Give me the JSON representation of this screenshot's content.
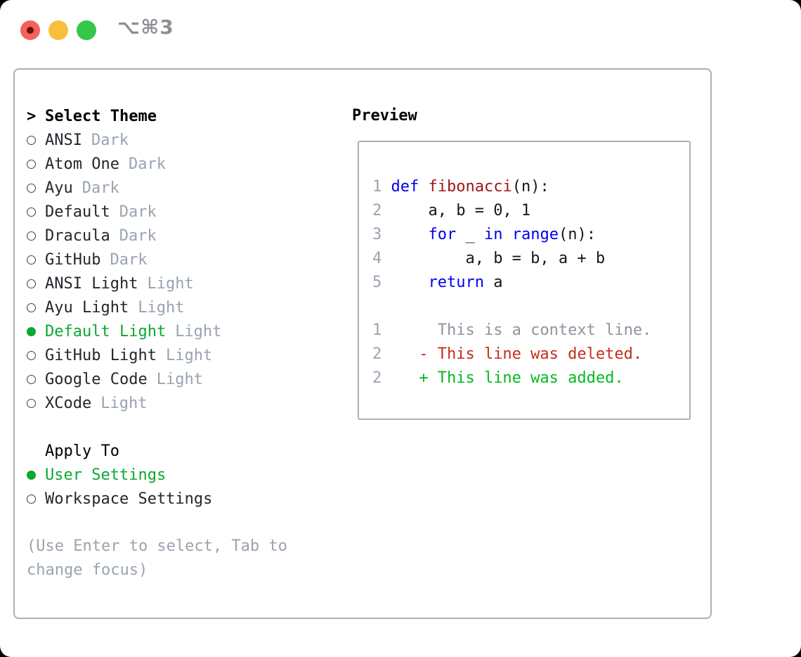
{
  "window": {
    "title": "⌥⌘3"
  },
  "colors": {
    "tl_red": "#f4625b",
    "tl_red_dot": "#6e100c",
    "tl_yellow": "#f7bf3e",
    "tl_green": "#35c64b",
    "title": "#8c9095",
    "border": "#a9b1bb",
    "ring": "#3c424a",
    "label": "#22272e",
    "tag": "#99a3af",
    "hint": "#9aa3ae",
    "green": "#0ca82f",
    "code": "#14181c",
    "num": "#9aa3b0",
    "kw": "#0000ee",
    "fn": "#a31515",
    "ctx": "#8e959d",
    "del": "#c42e1b",
    "add": "#06b91f"
  },
  "theme_picker": {
    "prompt": ">",
    "header": "Select Theme",
    "options": [
      {
        "label": "ANSI",
        "tag": "Dark",
        "selected": false
      },
      {
        "label": "Atom One",
        "tag": "Dark",
        "selected": false
      },
      {
        "label": "Ayu",
        "tag": "Dark",
        "selected": false
      },
      {
        "label": "Default",
        "tag": "Dark",
        "selected": false
      },
      {
        "label": "Dracula",
        "tag": "Dark",
        "selected": false
      },
      {
        "label": "GitHub",
        "tag": "Dark",
        "selected": false
      },
      {
        "label": "ANSI Light",
        "tag": "Light",
        "selected": false
      },
      {
        "label": "Ayu Light",
        "tag": "Light",
        "selected": false
      },
      {
        "label": "Default Light",
        "tag": "Light",
        "selected": true
      },
      {
        "label": "GitHub Light",
        "tag": "Light",
        "selected": false
      },
      {
        "label": "Google Code",
        "tag": "Light",
        "selected": false
      },
      {
        "label": "XCode",
        "tag": "Light",
        "selected": false
      }
    ]
  },
  "apply_to": {
    "header": "Apply To",
    "options": [
      {
        "label": "User Settings",
        "selected": true
      },
      {
        "label": "Workspace Settings",
        "selected": false
      }
    ]
  },
  "hint_lines": [
    "(Use Enter to select, Tab to",
    "change focus)"
  ],
  "preview": {
    "header": "Preview",
    "code_lines": [
      [
        {
          "t": "1",
          "c": "num"
        },
        {
          "t": " ",
          "c": "plain"
        },
        {
          "t": "def",
          "c": "kw"
        },
        {
          "t": " ",
          "c": "plain"
        },
        {
          "t": "fibonacci",
          "c": "fn"
        },
        {
          "t": "(n):",
          "c": "plain"
        }
      ],
      [
        {
          "t": "2",
          "c": "num"
        },
        {
          "t": "     a, b = 0, 1",
          "c": "plain"
        }
      ],
      [
        {
          "t": "3",
          "c": "num"
        },
        {
          "t": "     ",
          "c": "plain"
        },
        {
          "t": "for",
          "c": "kw"
        },
        {
          "t": " _ ",
          "c": "plain"
        },
        {
          "t": "in",
          "c": "kw"
        },
        {
          "t": " ",
          "c": "plain"
        },
        {
          "t": "range",
          "c": "kw"
        },
        {
          "t": "(n):",
          "c": "plain"
        }
      ],
      [
        {
          "t": "4",
          "c": "num"
        },
        {
          "t": "         a, b = b, a + b",
          "c": "plain"
        }
      ],
      [
        {
          "t": "5",
          "c": "num"
        },
        {
          "t": "     ",
          "c": "plain"
        },
        {
          "t": "return",
          "c": "kw"
        },
        {
          "t": " a",
          "c": "plain"
        }
      ],
      [],
      [
        {
          "t": "1",
          "c": "num"
        },
        {
          "t": "      This is a context line.",
          "c": "ctx"
        }
      ],
      [
        {
          "t": "2",
          "c": "num"
        },
        {
          "t": "    - This line was deleted.",
          "c": "del"
        }
      ],
      [
        {
          "t": "2",
          "c": "num"
        },
        {
          "t": "    + This line was added.",
          "c": "add"
        }
      ]
    ]
  }
}
